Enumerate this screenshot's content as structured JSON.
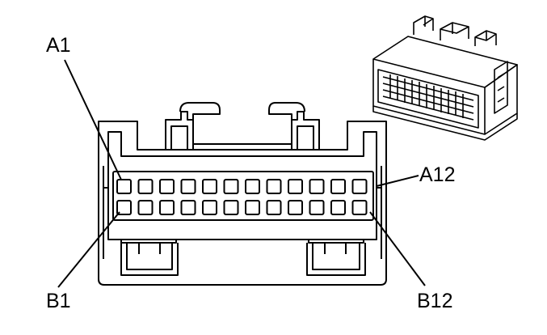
{
  "labels": {
    "a1": "A1",
    "a12": "A12",
    "b1": "B1",
    "b12": "B12"
  },
  "connector": {
    "rows": 2,
    "cavities_per_row": 12
  },
  "colors": {
    "line": "#000000",
    "background": "#ffffff"
  }
}
